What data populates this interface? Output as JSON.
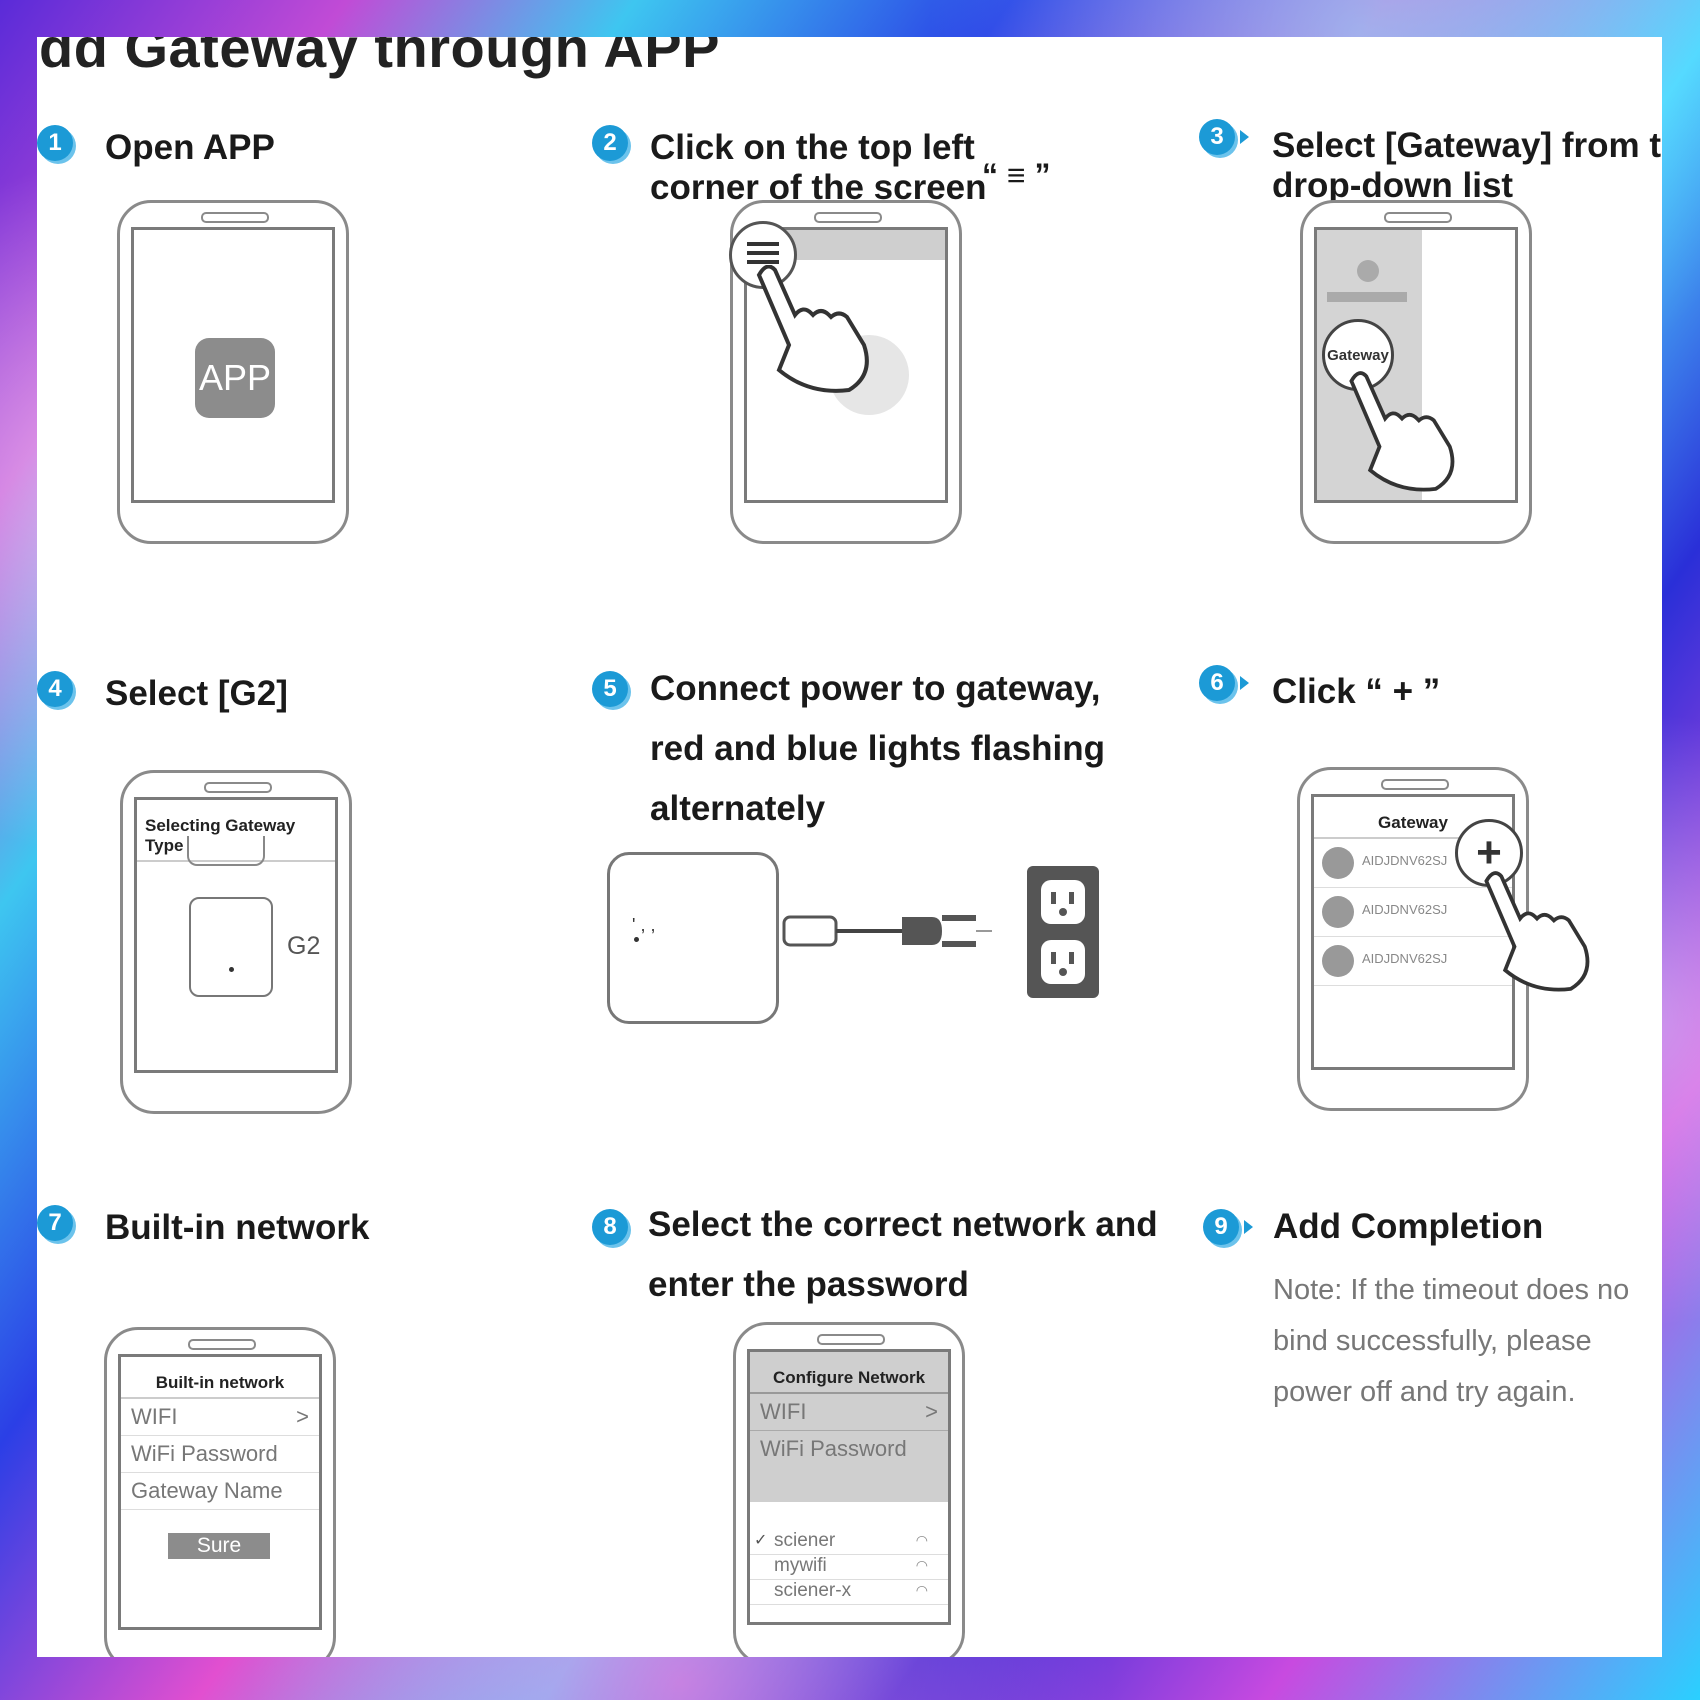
{
  "title": "dd Gateway through APP",
  "steps": [
    {
      "num": "1",
      "heading": "Open APP",
      "app_label": "APP"
    },
    {
      "num": "2",
      "heading_line1": "Click on the top left",
      "heading_line2": "corner of the screen",
      "menu_glyph": "“ ≡ ”"
    },
    {
      "num": "3",
      "heading_line1": "Select [Gateway] from th",
      "heading_line2": "drop-down list",
      "button_label": "Gateway"
    },
    {
      "num": "4",
      "heading": "Select [G2]",
      "screen_title": "Selecting Gateway Type",
      "device_label": "G2"
    },
    {
      "num": "5",
      "heading_line1": "Connect power to gateway,",
      "heading_line2": "red and blue lights flashing",
      "heading_line3": "alternately"
    },
    {
      "num": "6",
      "heading": "Click “ + ”",
      "screen_title": "Gateway",
      "devices": [
        "AIDJDNV62SJ",
        "AIDJDNV62SJ",
        "AIDJDNV62SJ"
      ],
      "plus": "+"
    },
    {
      "num": "7",
      "heading": "Built-in network",
      "screen_title": "Built-in network",
      "rows": [
        "WIFI",
        "WiFi Password",
        "Gateway Name"
      ],
      "wifi_arrow": ">",
      "button": "Sure"
    },
    {
      "num": "8",
      "heading_line1": "Select the correct network and",
      "heading_line2": "enter the password",
      "screen_title": "Configure Network",
      "rows": [
        "WIFI",
        "WiFi Password"
      ],
      "wifi_arrow": ">",
      "networks": [
        "sciener",
        "mywifi",
        "sciener-x"
      ],
      "selected_mark": "✓"
    },
    {
      "num": "9",
      "heading": "Add Completion",
      "note_line1": "Note: If the timeout does no",
      "note_line2": "bind successfully, please",
      "note_line3": "power off and try again."
    }
  ],
  "colors": {
    "accent": "#1c9ad6",
    "panel": "#ffffff",
    "outline": "#8a8a8a"
  }
}
